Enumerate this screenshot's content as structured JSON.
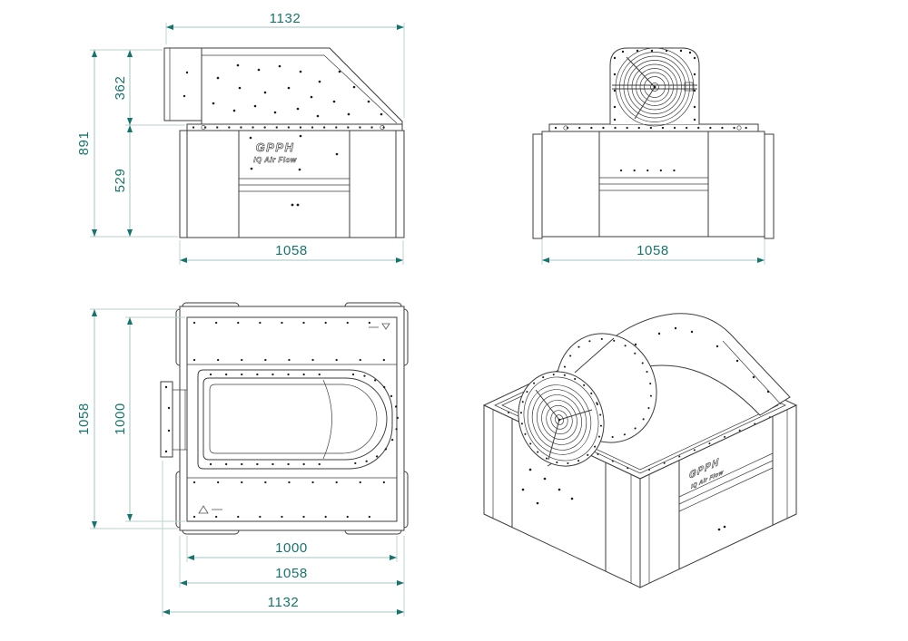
{
  "brand": {
    "name": "GPPH",
    "tagline": "IQ Air Flow"
  },
  "views": {
    "side": {
      "dims": {
        "top_width": "1132",
        "total_height": "891",
        "hood_height": "362",
        "base_height": "529",
        "bottom_width": "1058"
      }
    },
    "front": {
      "dims": {
        "bottom_width": "1058"
      }
    },
    "top": {
      "dims": {
        "outer_depth": "1058",
        "inner_depth": "1000",
        "inner_width": "1000",
        "mid_width": "1058",
        "outer_width": "1132"
      }
    }
  },
  "colors": {
    "dim_accent": "#15756e",
    "dim_line": "#a5c6c2",
    "part_line": "#3d3d3d"
  }
}
